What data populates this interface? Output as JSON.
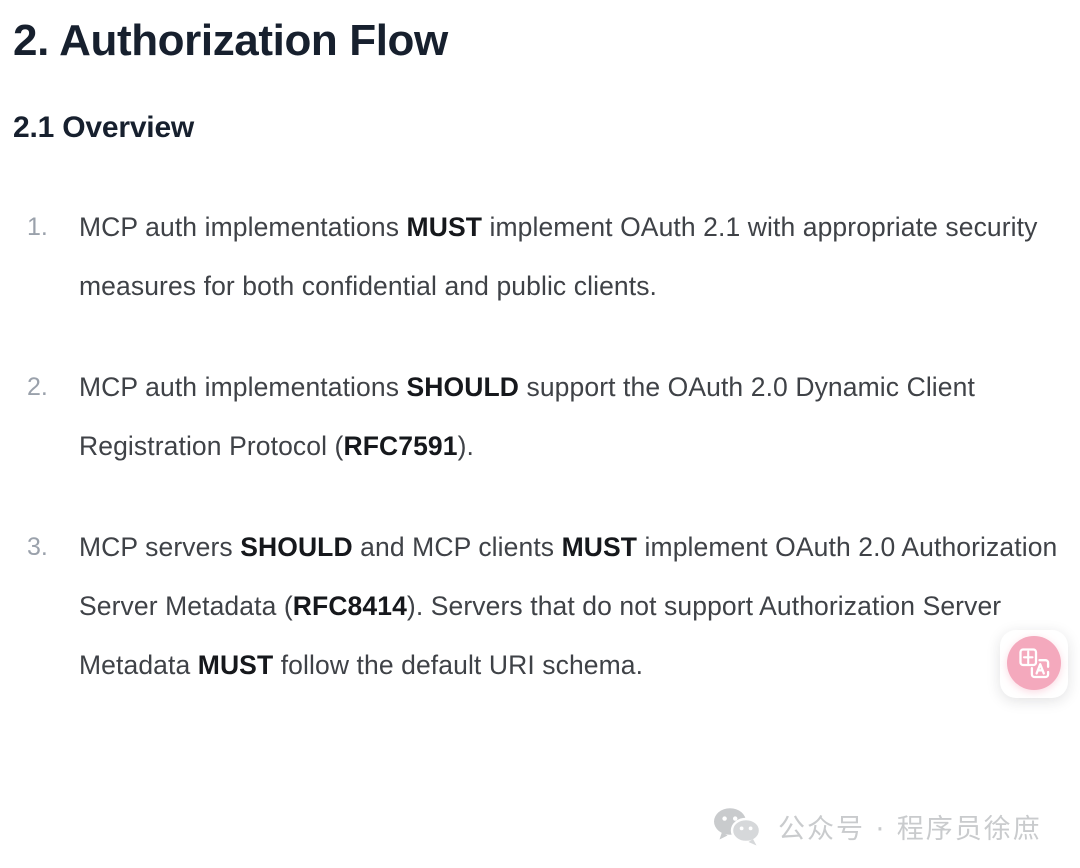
{
  "document": {
    "heading_1": "2. Authorization Flow",
    "heading_2": "2.1 Overview",
    "list_type": "ordered",
    "items": [
      {
        "marker": "1.",
        "segments": [
          {
            "text": "MCP auth implementations ",
            "bold": false
          },
          {
            "text": "MUST",
            "bold": true
          },
          {
            "text": " implement OAuth 2.1 with appropriate security measures for both confidential and public clients.",
            "bold": false
          }
        ]
      },
      {
        "marker": "2.",
        "segments": [
          {
            "text": "MCP auth implementations ",
            "bold": false
          },
          {
            "text": "SHOULD",
            "bold": true
          },
          {
            "text": " support the OAuth 2.0 Dynamic Client Registration Protocol (",
            "bold": false
          },
          {
            "text": "RFC7591",
            "bold": true
          },
          {
            "text": ").",
            "bold": false
          }
        ]
      },
      {
        "marker": "3.",
        "segments": [
          {
            "text": "MCP servers ",
            "bold": false
          },
          {
            "text": "SHOULD",
            "bold": true
          },
          {
            "text": " and MCP clients ",
            "bold": false
          },
          {
            "text": "MUST",
            "bold": true
          },
          {
            "text": " implement OAuth 2.0 Authorization Server Metadata (",
            "bold": false
          },
          {
            "text": "RFC8414",
            "bold": true
          },
          {
            "text": "). Servers that do not support Authorization Server Metadata ",
            "bold": false
          },
          {
            "text": "MUST",
            "bold": true
          },
          {
            "text": " follow the default URI schema.",
            "bold": false
          }
        ]
      }
    ]
  },
  "floating_widget": {
    "icon": "translate-icon",
    "glyph_primary": "中",
    "glyph_secondary": "A",
    "color": "#f4a9bd",
    "glyph_color": "#ffffff"
  },
  "watermark": {
    "icon": "wechat-icon",
    "text": "公众号 · 程序员徐庶",
    "color": "#c9cbcd"
  },
  "theme": {
    "background": "#ffffff",
    "heading_color": "#17202e",
    "body_color": "#3f4247",
    "strong_color": "#16181c",
    "marker_color": "#9aa1ab"
  }
}
